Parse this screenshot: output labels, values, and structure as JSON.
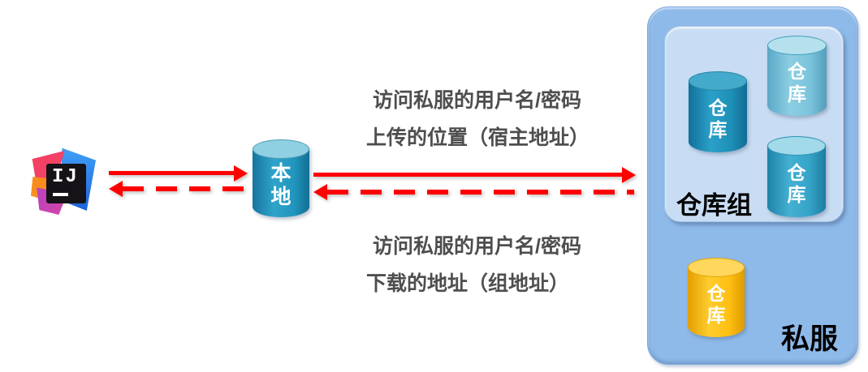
{
  "ide_logo": {
    "monogram": "IJ"
  },
  "local": {
    "label": "本地"
  },
  "notes": {
    "upload_line1": "访问私服的用户名/密码",
    "upload_line2": "上传的位置（宿主地址）",
    "download_line1": "访问私服的用户名/密码",
    "download_line2": "下载的地址（组地址）"
  },
  "server": {
    "label": "私服",
    "group": {
      "label": "仓库组",
      "repos": [
        {
          "label": "仓库"
        },
        {
          "label": "仓库"
        },
        {
          "label": "仓库"
        }
      ]
    },
    "hosted_repo": {
      "label": "仓库"
    }
  },
  "colors": {
    "arrow_red": "#FE0000",
    "note_text": "#4E4E4E",
    "server_panel_bg": "#8EBAEA",
    "group_panel_bg": "#C8DDF3",
    "local_cylinder": "#2196BE",
    "group_repo_dark": "#1E90B8",
    "group_repo_light": "#7BC4DC",
    "group_repo_mid": "#35A4C8",
    "hosted_repo_yellow": "#FFC013",
    "panel_label_text": "#000000",
    "cylinder_label_text": "#FFFFFF"
  }
}
